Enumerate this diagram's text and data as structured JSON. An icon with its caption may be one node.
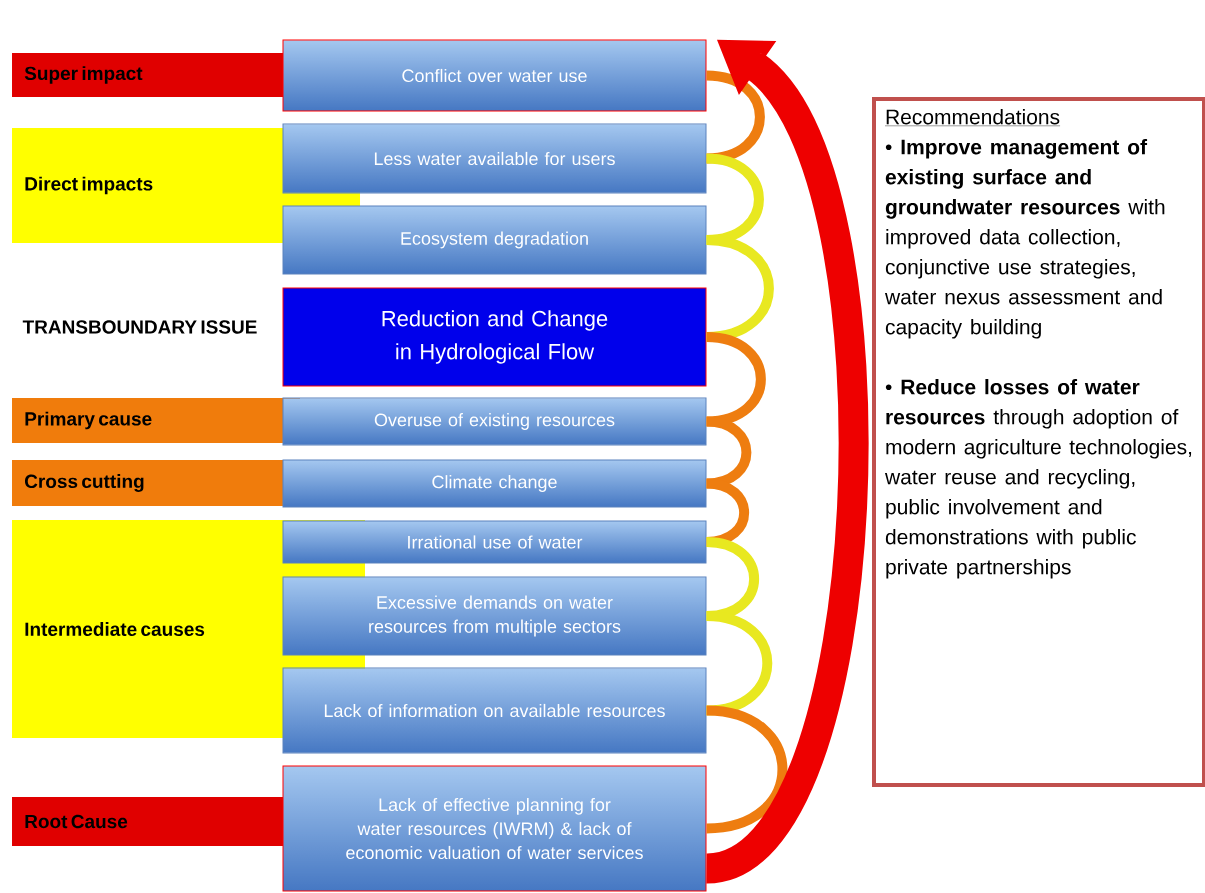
{
  "diagram": {
    "nodes": [
      {
        "text": [
          "Super impact"
        ]
      },
      {
        "text": [
          "Conflict over water use"
        ]
      },
      {
        "text": [
          "Direct impacts"
        ]
      },
      {
        "text": [
          "Less water available for users"
        ]
      },
      {
        "text": [
          "Ecosystem degradation"
        ]
      },
      {
        "text": [
          "Reduction and Change in Hydrological Flow"
        ]
      },
      {
        "text": [
          "Primary cause"
        ]
      },
      {
        "text": [
          "Overuse of existing resources"
        ]
      },
      {
        "text": [
          "Cross cutting"
        ]
      },
      {
        "text": [
          "Climate change"
        ]
      },
      {
        "text": [
          "Intermediate causes"
        ]
      },
      {
        "text": [
          "Irrational use of water"
        ]
      },
      {
        "text": [
          "Excessive demands on water resources from multiple sectors"
        ]
      },
      {
        "text": [
          "Lack of information on available resources"
        ]
      },
      {
        "text": [
          "Root Cause"
        ]
      },
      {
        "text": [
          "Lack of effective planning for water resources (IWRM) & lack of economic valuation of water services"
        ]
      },
      {
        "text": [
          "Recommendations",
          "• **Improve management of existing surface and groundwater resources** with improved data collection, conjunctive use strategies, water nexus assessment and capacity building",
          "• **Reduce losses of water resources** through adoption of modern agriculture technologies, water reuse and recycling, public involvement and demonstrations with public private partnerships"
        ]
      }
    ],
    "edges": [
      {
        "from": 3,
        "to": 1,
        "arrow": "none",
        "color": "#ee7d10"
      },
      {
        "from": 4,
        "to": 3,
        "arrow": "none",
        "color": "#e8e820"
      },
      {
        "from": 5,
        "to": 4,
        "arrow": "none",
        "color": "#e8e820"
      },
      {
        "from": 7,
        "to": 5,
        "arrow": "none",
        "color": "#ee7d10"
      },
      {
        "from": 9,
        "to": 7,
        "arrow": "none",
        "color": "#ee7d10"
      },
      {
        "from": 11,
        "to": 9,
        "arrow": "none",
        "color": "#ee7d10"
      },
      {
        "from": 12,
        "to": 11,
        "arrow": "none",
        "color": "#e8e820"
      },
      {
        "from": 13,
        "to": 12,
        "arrow": "none",
        "color": "#e8e820"
      },
      {
        "from": 15,
        "to": 13,
        "arrow": "none",
        "color": "#ee7d10"
      },
      {
        "from": 15,
        "to": 1,
        "arrow": "to",
        "style": "thick",
        "color": "#ee0000"
      }
    ],
    "labels": [
      "TRANSBOUNDARY ISSUE"
    ]
  }
}
